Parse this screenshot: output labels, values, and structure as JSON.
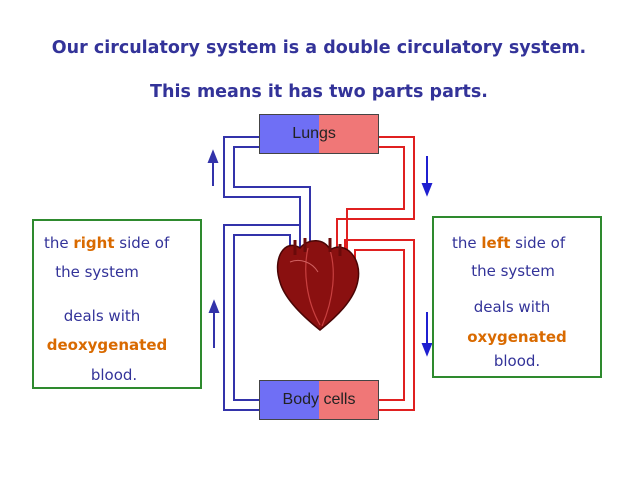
{
  "title_line1": "Our circulatory system is a double circulatory system.",
  "title_line2": "This means it has two parts parts.",
  "lungs": {
    "part1": "Lun",
    "part2": "gs"
  },
  "body_cells": {
    "part1": "Body",
    "part2": " cells"
  },
  "left_box": {
    "the": "the ",
    "side_word": "right",
    "side_of": " side of",
    "the_system": "the system",
    "deals_with": "deals with",
    "blood_type": "deoxygenated",
    "blood": "blood."
  },
  "right_box": {
    "the": "the ",
    "side_word": "left",
    "side_of": " side of",
    "the_system": "the system",
    "deals_with": "deals with",
    "blood_type": "oxygenated",
    "blood": "blood."
  },
  "colors": {
    "deoxygenated": "#3333aa",
    "oxygenated": "#e02020",
    "highlight": "#d96a00",
    "text": "#333399",
    "box_border": "#2e8a2e",
    "heart": "#8a1010"
  },
  "icons": [
    "heart-icon",
    "arrow-up-icon",
    "arrow-down-icon"
  ]
}
